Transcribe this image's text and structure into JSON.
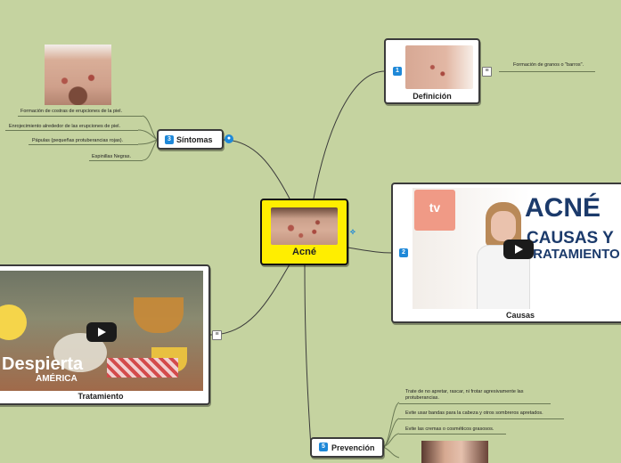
{
  "central": {
    "title": "Acné"
  },
  "definicion": {
    "badge": "1",
    "title": "Definición",
    "note": "Formación de granos o \"barros\"."
  },
  "causas": {
    "badge": "2",
    "title": "Causas",
    "video": {
      "logo": "tv",
      "heading_1": "ACNÉ",
      "heading_2": "CAUSAS Y",
      "heading_3": "TRATAMIENTO"
    }
  },
  "sintomas": {
    "badge": "3",
    "title": "Síntomas",
    "items": [
      "Formación de costras de erupciones de la piel.",
      "Enrojecimiento alrededor de las erupciones de piel.",
      "Pápulas (pequeñas protuberancias rojas).",
      "Espinillas Negras."
    ]
  },
  "tratamiento": {
    "title": "Tratamiento",
    "video": {
      "brand_1": "Despierta",
      "brand_2": "AMÉRICA"
    }
  },
  "prevencion": {
    "badge": "5",
    "title": "Prevención",
    "items": [
      "Trate de no apretar, rascar, ni frotar agresivamente las protuberancias.",
      "Evite usar bandas para la cabeza y otros sombreros apretados.",
      "Evite las cremas o cosméticos grasosos."
    ]
  }
}
